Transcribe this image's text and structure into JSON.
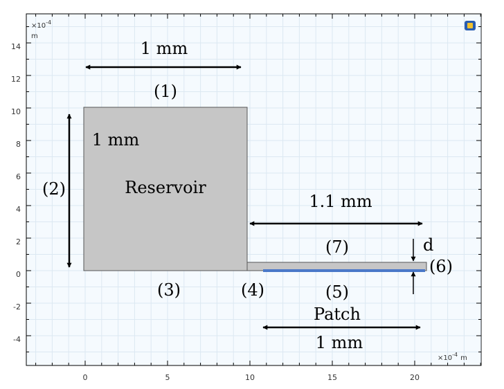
{
  "axes": {
    "x_ticks": [
      "0",
      "5",
      "10",
      "15",
      "20"
    ],
    "y_ticks": [
      "14",
      "12",
      "10",
      "8",
      "6",
      "4",
      "2",
      "0",
      "-2",
      "-4"
    ],
    "y_scale_label": "×10",
    "y_scale_exponent": "-4",
    "y_unit": "m",
    "x_scale_label": "×10",
    "x_scale_exponent": "-4",
    "x_unit": "m"
  },
  "labels": {
    "top_width": "1 mm",
    "edge_top": "(1)",
    "edge_left": "(2)",
    "edge_bottom": "(3)",
    "edge_step": "(4)",
    "edge_patch": "(5)",
    "edge_right": "(6)",
    "edge_channel_top": "(7)",
    "reservoir_height": "1 mm",
    "reservoir_name": "Reservoir",
    "channel_length": "1.1 mm",
    "gap": "d",
    "patch_name": "Patch",
    "patch_length": "1 mm"
  },
  "colors": {
    "reservoir_fill": "#c6c6c6",
    "patch": "#4a78c8",
    "plot_bg": "#f5fafe",
    "grid": "#dce8f2"
  },
  "icons": {
    "toolbar": "color-legend-icon"
  }
}
